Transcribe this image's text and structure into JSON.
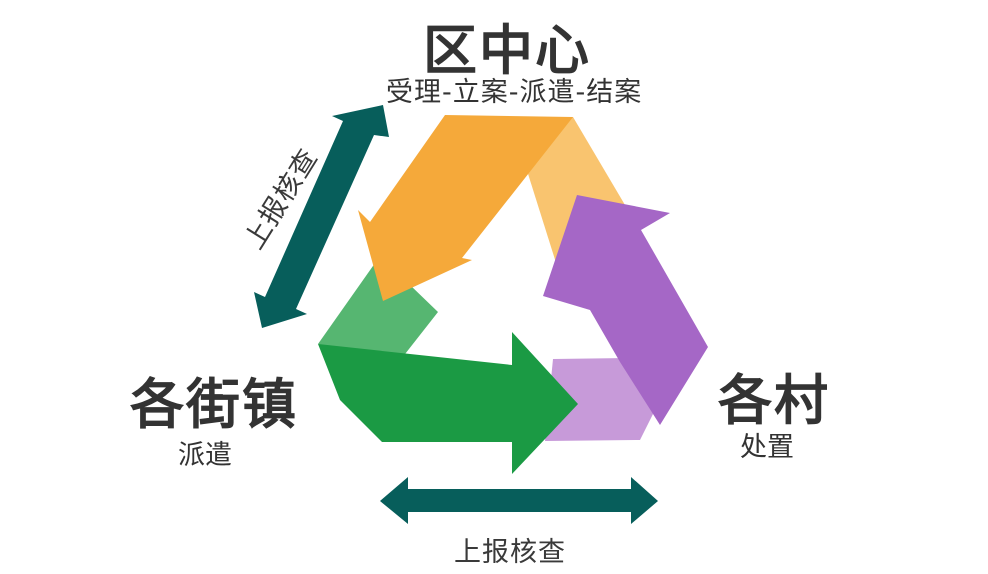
{
  "nodes": {
    "top": {
      "title": "区中心",
      "subtitle": "受理-立案-派遣-结案"
    },
    "left": {
      "title": "各街镇",
      "subtitle": "派遣"
    },
    "right": {
      "title": "各村",
      "subtitle": "处置"
    }
  },
  "arrows": {
    "left_label": "上报核查",
    "bottom_label": "上报核查"
  },
  "colors": {
    "orange": "#f5a93a",
    "orange_light": "#f9c46f",
    "green": "#1b9a44",
    "green_light": "#56b671",
    "purple": "#a567c6",
    "purple_light": "#c79ad9",
    "teal": "#075e5b",
    "text": "#333333"
  },
  "icons": {
    "cycle": "recycle-cycle-icon",
    "double_arrow": "double-headed-arrow-icon"
  }
}
